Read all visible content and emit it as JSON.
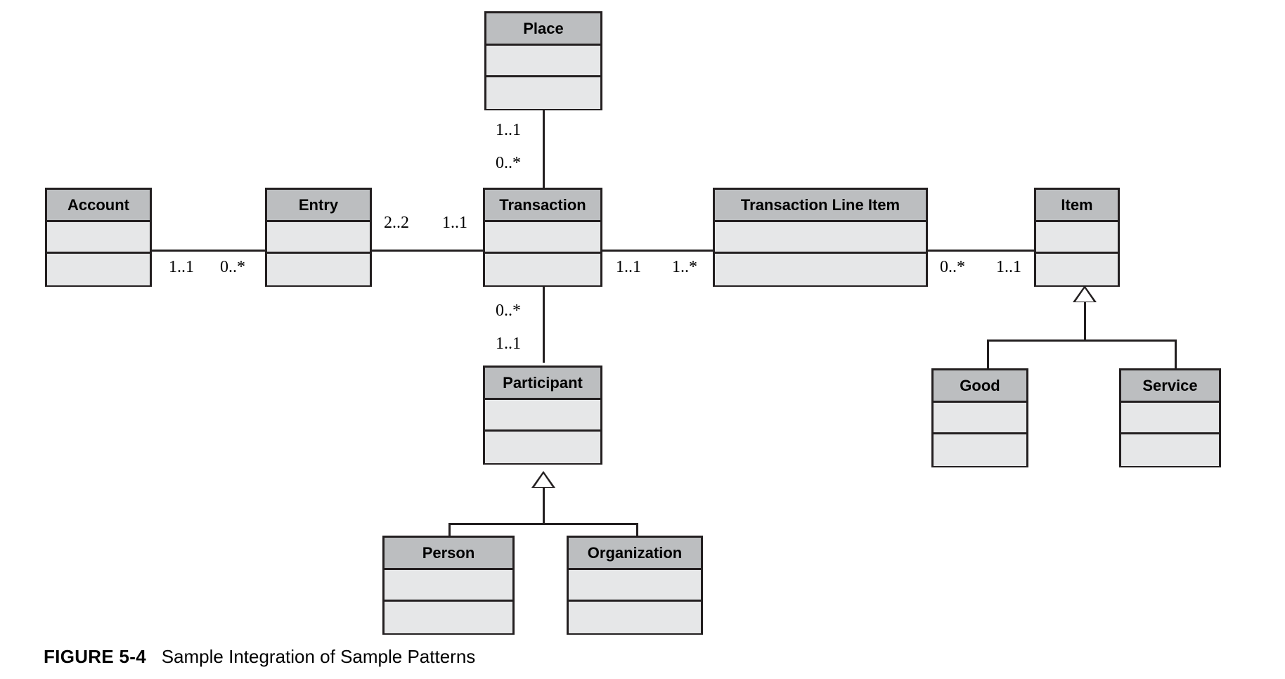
{
  "figure": {
    "label": "FIGURE 5-4",
    "title": "Sample Integration of Sample Patterns"
  },
  "diagram": {
    "type": "uml-class-diagram",
    "colors": {
      "header_fill": "#bcbec0",
      "body_fill": "#e6e7e8",
      "line": "#231f20",
      "background": "#ffffff"
    }
  },
  "classes": [
    {
      "id": "place",
      "name": "Place"
    },
    {
      "id": "account",
      "name": "Account"
    },
    {
      "id": "entry",
      "name": "Entry"
    },
    {
      "id": "transaction",
      "name": "Transaction"
    },
    {
      "id": "tli",
      "name": "Transaction Line Item"
    },
    {
      "id": "item",
      "name": "Item"
    },
    {
      "id": "good",
      "name": "Good"
    },
    {
      "id": "service",
      "name": "Service"
    },
    {
      "id": "participant",
      "name": "Participant"
    },
    {
      "id": "person",
      "name": "Person"
    },
    {
      "id": "organization",
      "name": "Organization"
    }
  ],
  "associations": [
    {
      "id": "place-transaction",
      "from": "Place",
      "to": "Transaction",
      "from_mult": "1..1",
      "to_mult": "0..*"
    },
    {
      "id": "account-entry",
      "from": "Account",
      "to": "Entry",
      "from_mult": "1..1",
      "to_mult": "0..*"
    },
    {
      "id": "entry-transaction",
      "from": "Entry",
      "to": "Transaction",
      "from_mult": "2..2",
      "to_mult": "1..1"
    },
    {
      "id": "transaction-tli",
      "from": "Transaction",
      "to": "Transaction Line Item",
      "from_mult": "1..1",
      "to_mult": "1..*"
    },
    {
      "id": "tli-item",
      "from": "Transaction Line Item",
      "to": "Item",
      "from_mult": "0..*",
      "to_mult": "1..1"
    },
    {
      "id": "transaction-participant",
      "from": "Transaction",
      "to": "Participant",
      "from_mult": "0..*",
      "to_mult": "1..1"
    }
  ],
  "generalizations": [
    {
      "id": "item-gen",
      "parent": "Item",
      "children": [
        "Good",
        "Service"
      ]
    },
    {
      "id": "participant-gen",
      "parent": "Participant",
      "children": [
        "Person",
        "Organization"
      ]
    }
  ],
  "multiplicities": {
    "place_to_transaction_top": "1..1",
    "place_to_transaction_bottom": "0..*",
    "account_side": "1..1",
    "entry_side_left": "0..*",
    "entry_side_right": "2..2",
    "transaction_side_left": "1..1",
    "transaction_side_right": "1..1",
    "tli_side_left": "1..*",
    "tli_side_right": "0..*",
    "item_side": "1..1",
    "transaction_to_participant_top": "0..*",
    "transaction_to_participant_bottom": "1..1"
  }
}
